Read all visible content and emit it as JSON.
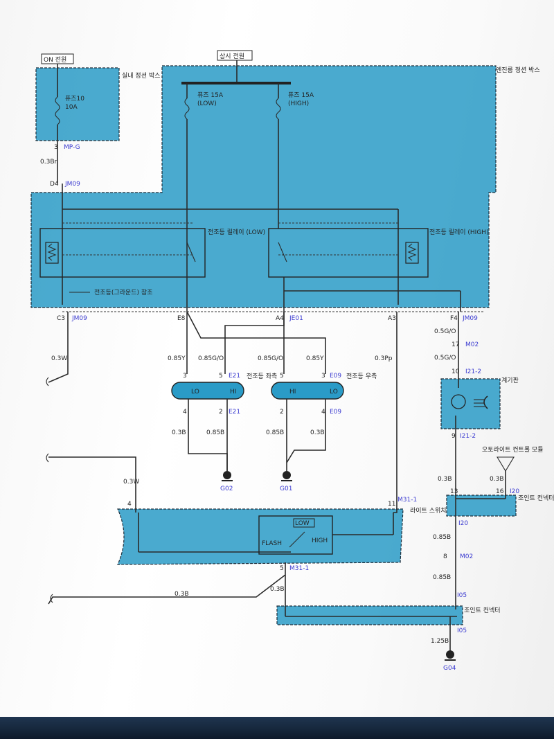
{
  "supplies": {
    "on_power": "ON 전원",
    "battery_power": "상시 전원"
  },
  "boxes": {
    "left_junction": "실내 정션 박스",
    "engine_junction": "엔진룸 정션 박스",
    "joint_connector": "조인트 컨넥터",
    "instrument": "계기판",
    "auto_light": "오토라이트 컨트롤 모듈"
  },
  "fuses": {
    "f10_a": "퓨즈10",
    "f10_b": "10A",
    "low_a": "퓨즈 15A",
    "low_b": "(LOW)",
    "high_a": "퓨즈 15A",
    "high_b": "(HIGH)"
  },
  "relays": {
    "low": "전조등 릴레이 (LOW)",
    "high": "전조등 릴레이 (HIGH)",
    "ground_note": "전조등(그라운드) 참조"
  },
  "connectors": {
    "c_mpg": "MP-G",
    "c_jm09_top": "JM09",
    "c_jm09_c3": "JM09",
    "c_je01": "JE01",
    "c_jm09_f4": "JM09",
    "c_m02_top": "M02",
    "c_i21_2_top": "I21-2",
    "c_i21_2_bot": "I21-2",
    "c_e21_top": "E21",
    "c_e21_bot": "E21",
    "c_e09_top": "E09",
    "c_e09_bot": "E09",
    "c_m31_1": "M31-1",
    "c_m31_1_bot": "M31-1",
    "c_i20": "I20",
    "c_i20b": "I20",
    "c_m02_bot": "M02",
    "c_i05": "I05",
    "c_i05b": "I05"
  },
  "pins": {
    "p3": "3",
    "pd4": "D4",
    "pc3": "C3",
    "pe8": "E8",
    "pa4": "A4",
    "pa3": "A3",
    "pf4": "F4",
    "p17": "17",
    "p10": "10",
    "p9": "9",
    "p13": "13",
    "p16": "16",
    "p8": "8",
    "lamp_l_3": "3",
    "lamp_l_5": "5",
    "lamp_l_4": "4",
    "lamp_l_2": "2",
    "lamp_r_5": "5",
    "lamp_r_3": "3",
    "lamp_r_2": "2",
    "lamp_r_4": "4",
    "sw_4": "4",
    "sw_11": "11",
    "sw_5": "5"
  },
  "wires": {
    "w_03br": "0.3Br",
    "w_03w": "0.3W",
    "w_085y_l": "0.85Y",
    "w_085go_l": "0.85G/O",
    "w_085go_r": "0.85G/O",
    "w_085y_r": "0.85Y",
    "w_03pp": "0.3Pp",
    "w_05go_a": "0.5G/O",
    "w_05go_b": "0.5G/O",
    "w_03b_l": "0.3B",
    "w_085b_l": "0.85B",
    "w_085b_r": "0.85B",
    "w_03b_r": "0.3B",
    "w_03w_b": "0.3W",
    "w_03b_i": "0.3B",
    "w_03b_a": "0.3B",
    "w_085b_1": "0.85B",
    "w_085b_2": "0.85B",
    "w_03b_sw": "0.3B",
    "w_03b_long": "0.3B",
    "w_125b": "1.25B"
  },
  "lamps": {
    "left_lo": "LO",
    "left_hi": "HI",
    "left_name": "전조등 좌측",
    "right_hi": "HI",
    "right_lo": "LO",
    "right_name": "전조등 우측"
  },
  "switch": {
    "low": "LOW",
    "flash": "FLASH",
    "high": "HIGH",
    "name": "라이트 스위치"
  },
  "grounds": {
    "g02": "G02",
    "g01": "G01",
    "g04": "G04"
  }
}
